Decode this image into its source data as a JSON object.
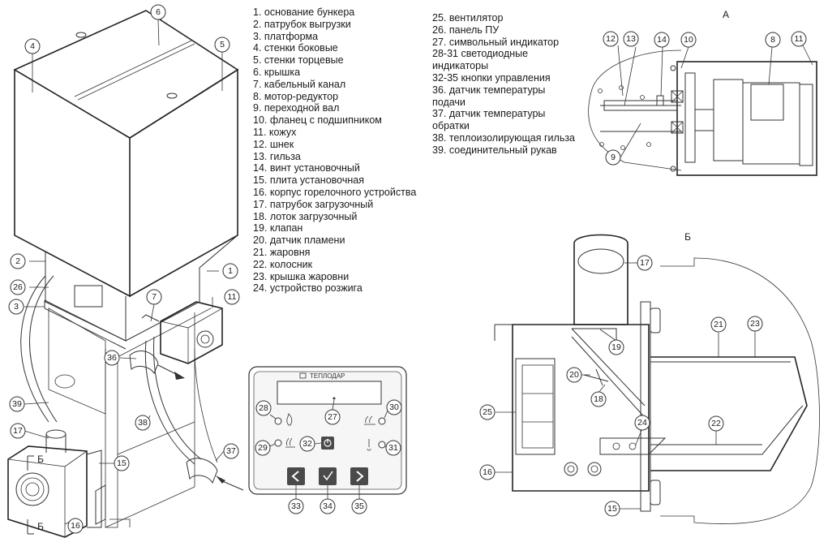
{
  "legend_left": [
    "1. основание бункера",
    "2. патрубок выгрузки",
    "3. платформа",
    "4. стенки боковые",
    "5. стенки торцевые",
    "6. крышка",
    "7. кабельный канал",
    "8. мотор-редуктор",
    "9. переходной вал",
    "10. фланец с подшипником",
    "11. кожух",
    "12. шнек",
    "13. гильза",
    "14. винт установочный",
    "15. плита установочная",
    "16. корпус горелочного устройства",
    "17. патрубок загрузочный",
    "18. лоток загрузочный",
    "19. клапан",
    "20. датчик пламени",
    "21. жаровня",
    "22. колосник",
    "23. крышка жаровни",
    "24. устройство розжига"
  ],
  "legend_right": [
    "25. вентилятор",
    "26. панель ПУ",
    "27. символьный индикатор",
    "28-31 светодиодные индикаторы",
    "32-35 кнопки управления",
    "36. датчик температуры подачи",
    "37. датчик температуры обратки",
    "38. теплоизолирующая гильза",
    "39. соединительный рукав"
  ],
  "views": {
    "detail_a": "А",
    "detail_b": "Б",
    "section_mark": "Б"
  },
  "panel": {
    "brand": "ТЕПЛОДАР"
  },
  "callouts": {
    "c1": "1",
    "c2": "2",
    "c3": "3",
    "c4": "4",
    "c5": "5",
    "c6": "6",
    "c7": "7",
    "c8": "8",
    "c9": "9",
    "c10": "10",
    "c11": "11",
    "c11a": "11",
    "c12": "12",
    "c13": "13",
    "c14": "14",
    "c15": "15",
    "c15b": "15",
    "c16": "16",
    "c16b": "16",
    "c17": "17",
    "c17b": "17",
    "c18": "18",
    "c19": "19",
    "c20": "20",
    "c21": "21",
    "c22": "22",
    "c23": "23",
    "c24": "24",
    "c25": "25",
    "c26": "26",
    "c27": "27",
    "c28": "28",
    "c29": "29",
    "c30": "30",
    "c31": "31",
    "c32": "32",
    "c33": "33",
    "c34": "34",
    "c35": "35",
    "c36": "36",
    "c37": "37",
    "c38": "38",
    "c39": "39"
  },
  "colors": {
    "line": "#333333",
    "panel_button": "#4a4a4a",
    "panel_bg": "#f2f2f2"
  }
}
